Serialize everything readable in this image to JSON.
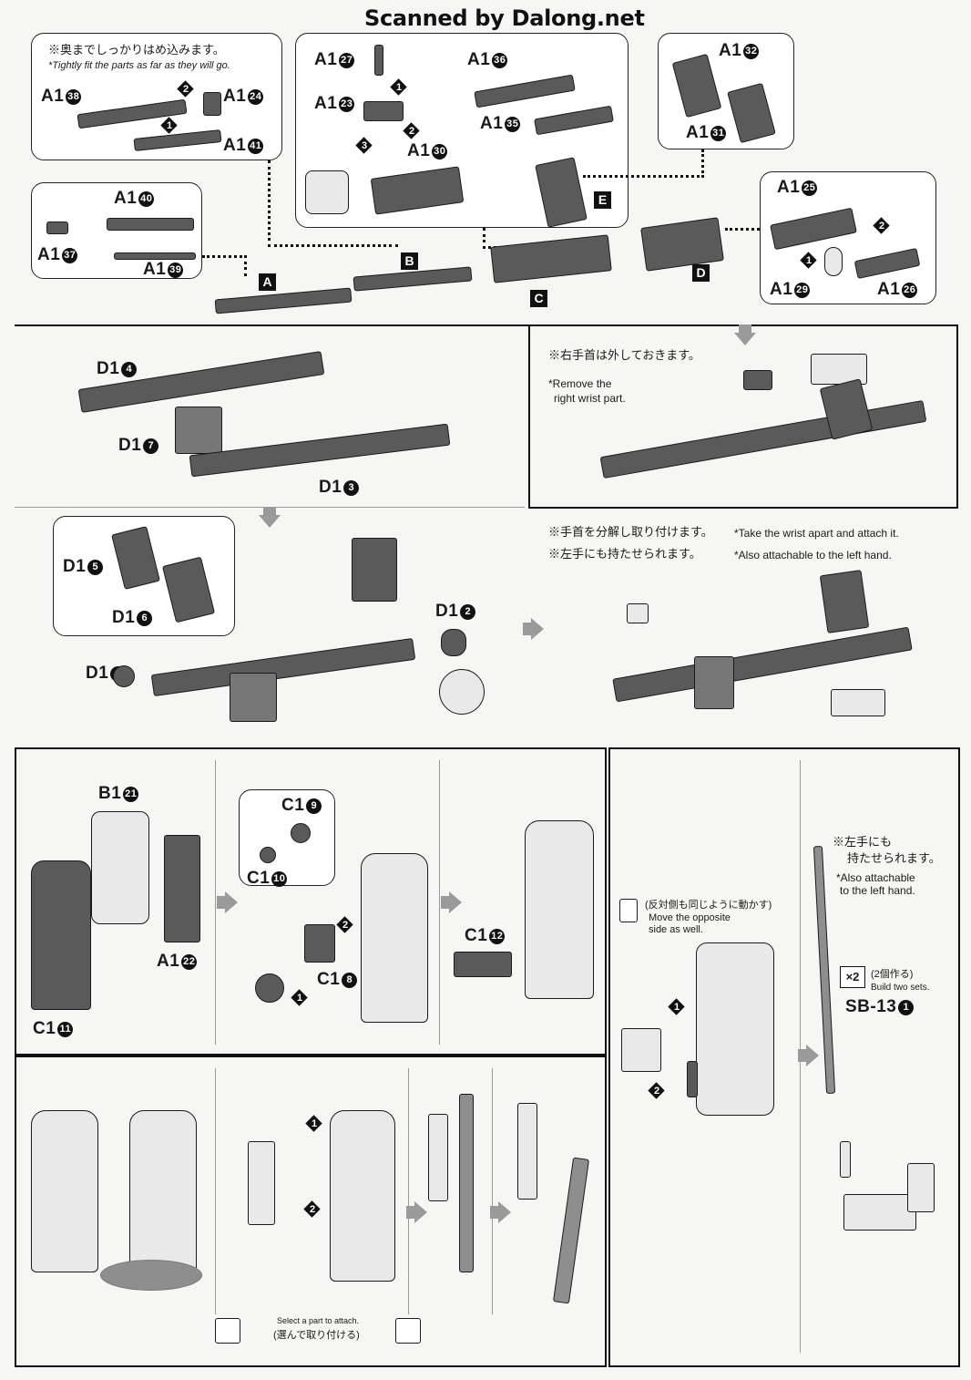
{
  "header": {
    "text": "Scanned by Dalong.net"
  },
  "step1": {
    "note_jp": "※奥までしっかりはめ込みます。",
    "note_en": "*Tightly fit the parts as far as they will go.",
    "labels": {
      "a38": "A1",
      "a24": "A1",
      "a41": "A1",
      "a40": "A1",
      "a37": "A1",
      "a39": "A1",
      "a27": "A1",
      "a23": "A1",
      "a30": "A1",
      "a36": "A1",
      "a35": "A1",
      "a32": "A1",
      "a31": "A1",
      "a25": "A1",
      "a29": "A1",
      "a26": "A1"
    },
    "nums": {
      "n38": "38",
      "n24": "24",
      "n41": "41",
      "n40": "40",
      "n37": "37",
      "n39": "39",
      "n27": "27",
      "n23": "23",
      "n30": "30",
      "n36": "36",
      "n35": "35",
      "n32": "32",
      "n31": "31",
      "n25": "25",
      "n29": "29",
      "n26": "26"
    },
    "sub_tags": {
      "A": "A",
      "B": "B",
      "C": "C",
      "D": "D",
      "E": "E"
    },
    "steps": {
      "one": "1",
      "two": "2",
      "three": "3"
    }
  },
  "step2": {
    "labels": {
      "d4": "D1",
      "d7": "D1",
      "d3": "D1"
    },
    "nums": {
      "n4": "4",
      "n7": "7",
      "n3": "3"
    },
    "note_jp": "※右手首は外しておきます。",
    "note_en_1": "*Remove the",
    "note_en_2": "right wrist part."
  },
  "step3": {
    "labels": {
      "d5": "D1",
      "d6": "D1",
      "d2": "D1",
      "d1": "D1"
    },
    "nums": {
      "n5": "5",
      "n6": "6",
      "n2": "2",
      "n1": "1"
    },
    "note_jp_1": "※手首を分解し取り付けます。",
    "note_en_1": "*Take the wrist apart and attach it.",
    "note_jp_2": "※左手にも持たせられます。",
    "note_en_2": "*Also attachable to the left hand."
  },
  "step4": {
    "labels": {
      "b21": "B1",
      "a22": "A1",
      "c11": "C1",
      "c9": "C1",
      "c10": "C1",
      "c8": "C1",
      "c12": "C1"
    },
    "nums": {
      "n21": "21",
      "n22": "22",
      "n11": "11",
      "n9": "9",
      "n10": "10",
      "n8": "8",
      "n12": "12"
    },
    "steps": {
      "one": "1",
      "two": "2"
    }
  },
  "step5": {
    "steps": {
      "one": "1",
      "two": "2"
    },
    "select_en": "Select a part to attach.",
    "select_jp": "(選んで取り付ける)"
  },
  "step6": {
    "opposite_jp": "(反対側も同じように動かす)",
    "opposite_en_1": "Move the opposite",
    "opposite_en_2": "side as well.",
    "steps": {
      "one": "1",
      "two": "2"
    },
    "left_jp_1": "※左手にも",
    "left_jp_2": "持たせられます。",
    "left_en_1": "*Also attachable",
    "left_en_2": "to the left hand.",
    "set_count": "×2",
    "set_jp": "(2個作る)",
    "set_en": "Build two sets.",
    "sb_label": "SB-13",
    "sb_num": "1"
  }
}
